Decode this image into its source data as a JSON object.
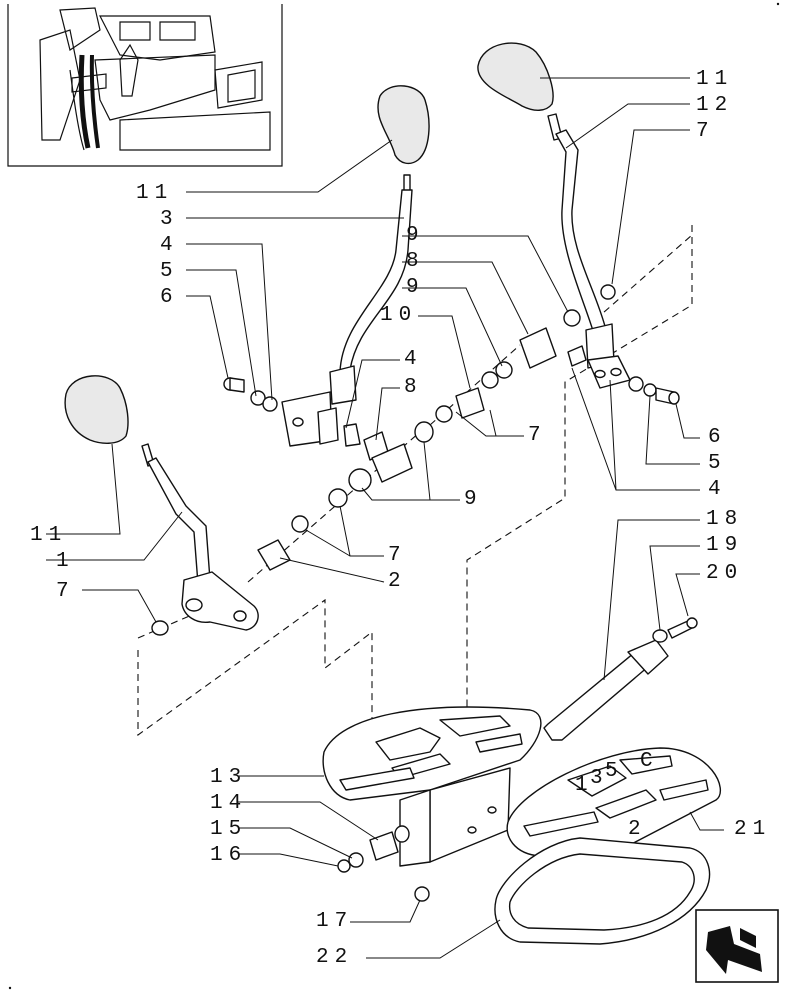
{
  "diagram": {
    "callouts": [
      {
        "id": "c11a",
        "text": "11"
      },
      {
        "id": "c3",
        "text": "3"
      },
      {
        "id": "c4a",
        "text": "4"
      },
      {
        "id": "c5a",
        "text": "5"
      },
      {
        "id": "c6a",
        "text": "6"
      },
      {
        "id": "c11b",
        "text": "11"
      },
      {
        "id": "c12",
        "text": "12"
      },
      {
        "id": "c7a",
        "text": "7"
      },
      {
        "id": "c9a",
        "text": "9"
      },
      {
        "id": "c8a",
        "text": "8"
      },
      {
        "id": "c9b",
        "text": "9"
      },
      {
        "id": "c10",
        "text": "10"
      },
      {
        "id": "c4b",
        "text": "4"
      },
      {
        "id": "c8b",
        "text": "8"
      },
      {
        "id": "c7b",
        "text": "7"
      },
      {
        "id": "c9c",
        "text": "9"
      },
      {
        "id": "c6b",
        "text": "6"
      },
      {
        "id": "c5b",
        "text": "5"
      },
      {
        "id": "c4c",
        "text": "4"
      },
      {
        "id": "c11c",
        "text": "11"
      },
      {
        "id": "c1",
        "text": "1"
      },
      {
        "id": "c7c",
        "text": "7"
      },
      {
        "id": "c7d",
        "text": "7"
      },
      {
        "id": "c2",
        "text": "2"
      },
      {
        "id": "c18",
        "text": "18"
      },
      {
        "id": "c19",
        "text": "19"
      },
      {
        "id": "c20",
        "text": "20"
      },
      {
        "id": "c13",
        "text": "13"
      },
      {
        "id": "c14",
        "text": "14"
      },
      {
        "id": "c15",
        "text": "15"
      },
      {
        "id": "c16",
        "text": "16"
      },
      {
        "id": "c21",
        "text": "21"
      },
      {
        "id": "c17",
        "text": "17"
      },
      {
        "id": "c22",
        "text": "22"
      }
    ],
    "gate_markings": [
      "1",
      "3",
      "5",
      "C",
      "2"
    ],
    "nav_icon": "return-arrow-icon"
  }
}
